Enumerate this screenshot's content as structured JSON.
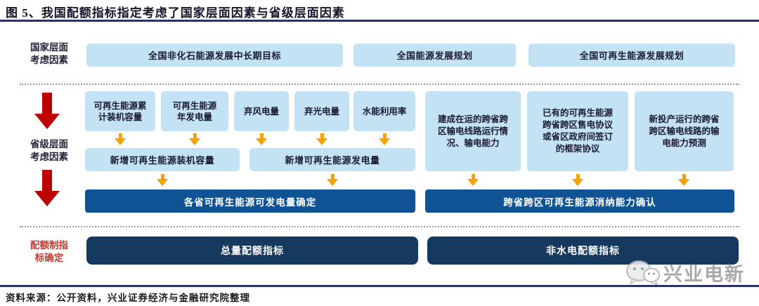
{
  "title": "图 5、我国配额指标指定考虑了国家层面因素与省级层面因素",
  "national": {
    "label": "国家层面\n考虑因素",
    "boxes": [
      "全国非化石能源发展中长期目标",
      "全国能源发展规划",
      "全国可再生能源发展规划"
    ]
  },
  "provincial": {
    "label": "省级层面\n考虑因素",
    "left": {
      "factors": [
        "可再生能源累\n计装机容量",
        "可再生能源\n年发电量",
        "弃风电量",
        "弃光电量",
        "水能利用率"
      ],
      "aggregates": [
        "新增可再生能源装机容量",
        "新增可再生能源发电量"
      ],
      "result": "各省可再生能源可发电量确定"
    },
    "right": {
      "factors": [
        "建成在运的跨省跨\n区输电线路运行情\n况、输电能力",
        "已有的可再生能源\n跨省跨区售电协议\n或省区政府间签订\n的框架协议",
        "新投产运行的跨省\n跨区输电线路的输\n电能力预测"
      ],
      "result": "跨省跨区可再生能源消纳能力确认"
    }
  },
  "quota": {
    "label": "配额制指\n标确定",
    "boxes": [
      "总量配额指标",
      "非水电配额指标"
    ]
  },
  "watermark": {
    "text": "兴业电新",
    "icon": "wechat-chat-bubbles"
  },
  "footer": "资料来源：公开资料，兴业证券经济与金融研究院整理",
  "colors": {
    "light_blue_box": "#c3e3f5",
    "mid_navy_box": "#0f5394",
    "dark_navy_box": "#16395f",
    "red_arrow": "#bf0000",
    "red_label": "#c23a2e",
    "orange_arrow": "#f2a300",
    "rule_navy": "#2b3163"
  }
}
